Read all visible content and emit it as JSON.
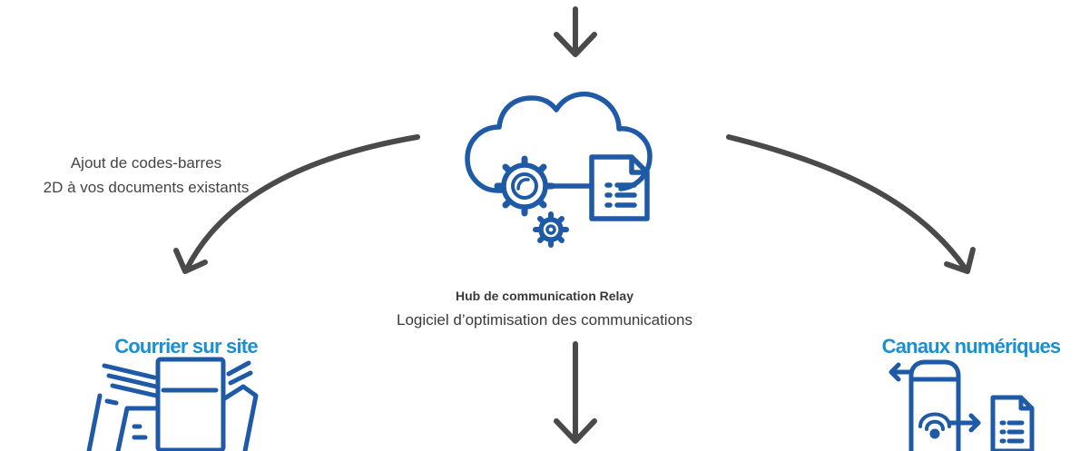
{
  "colors": {
    "arrow": "#4a4a4a",
    "icon_blue": "#1f5aa6",
    "title_blue": "#1a8fd1",
    "text": "#3a3a3a"
  },
  "left_note": {
    "line1": "Ajout de codes-barres",
    "line2": "2D à vos documents existants"
  },
  "hub": {
    "icon": "cloud-gears-document-icon",
    "title": "Hub de communication Relay",
    "subtitle": "Logiciel d’optimisation des communications"
  },
  "branches": {
    "left": {
      "title": "Courrier sur site",
      "icon": "mail-inserter-machine-icon"
    },
    "right": {
      "title": "Canaux numériques",
      "icon": "mobile-phone-document-icon"
    }
  }
}
